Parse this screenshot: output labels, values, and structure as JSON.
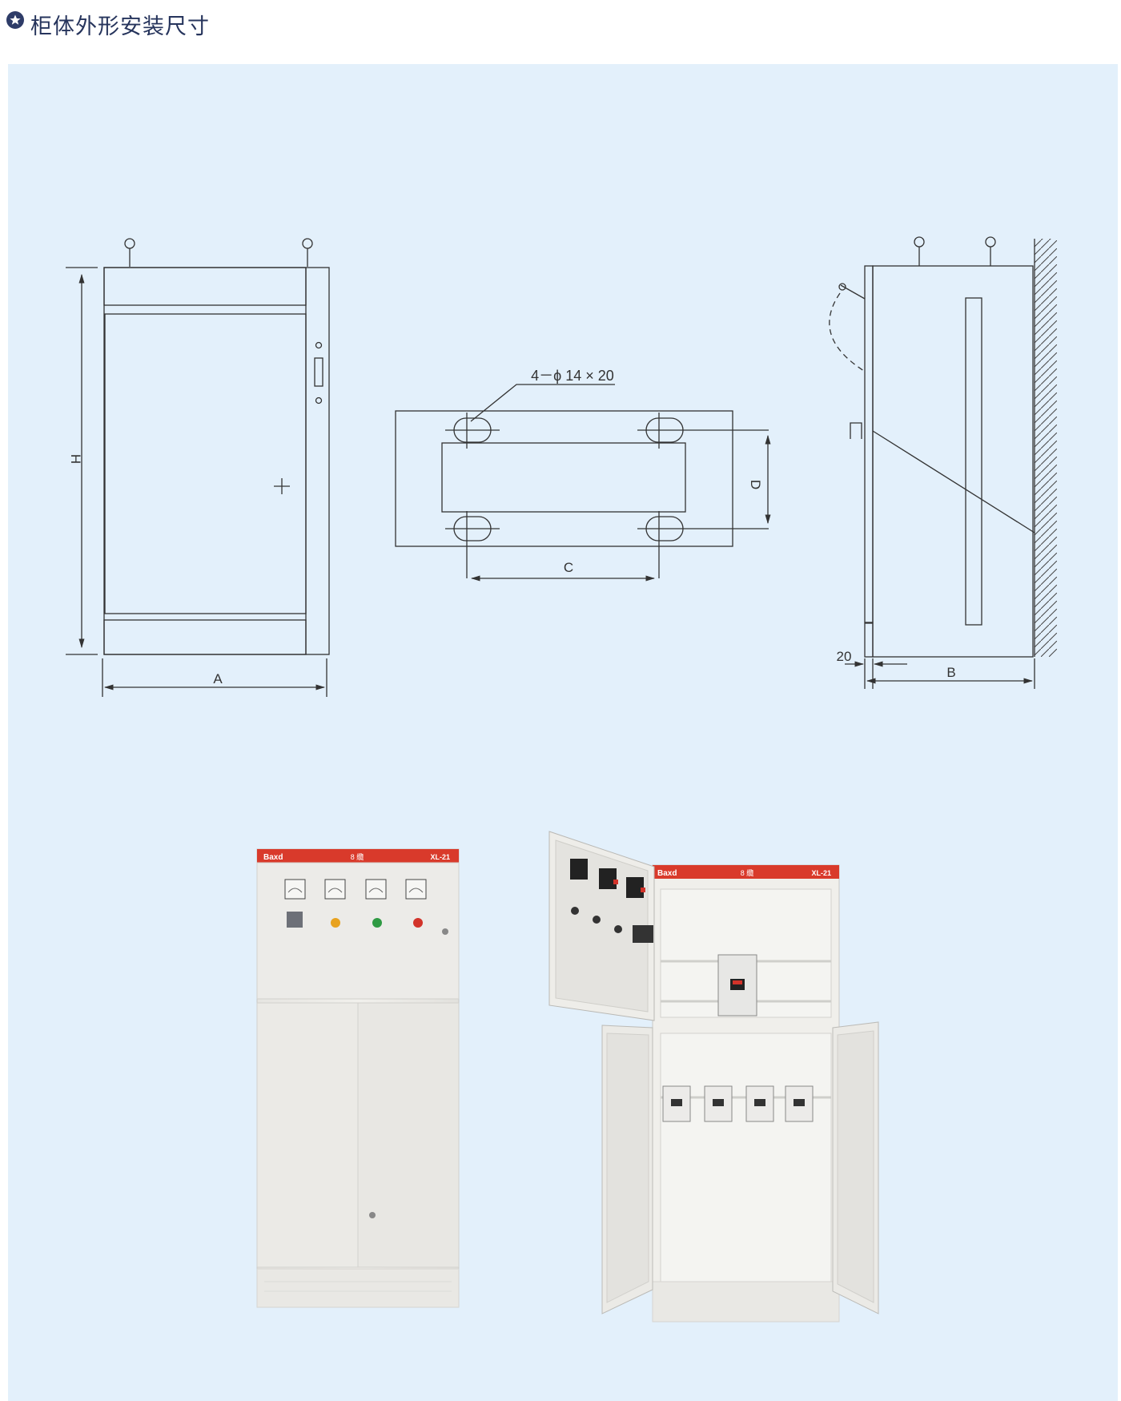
{
  "header": {
    "title": "柜体外形安装尺寸",
    "icon": "star-circle-icon"
  },
  "colors": {
    "title": "#26345c",
    "panel_bg": "#e3f0fb",
    "line": "#333333",
    "cabinet": "#ecebe7",
    "band": "#d93a2b"
  },
  "front_view": {
    "dim_height": "H",
    "dim_width": "A"
  },
  "base_view": {
    "hole_spec": "4－ϕ 14 × 20",
    "dim_c": "C",
    "dim_d": "D"
  },
  "side_view": {
    "dim_offset": "20",
    "dim_depth": "B"
  },
  "photo_closed": {
    "brand": "Baxd",
    "mark": "8 纜",
    "model": "XL-21"
  },
  "photo_open": {
    "brand": "Baxd",
    "mark": "8 纜",
    "model": "XL-21"
  }
}
